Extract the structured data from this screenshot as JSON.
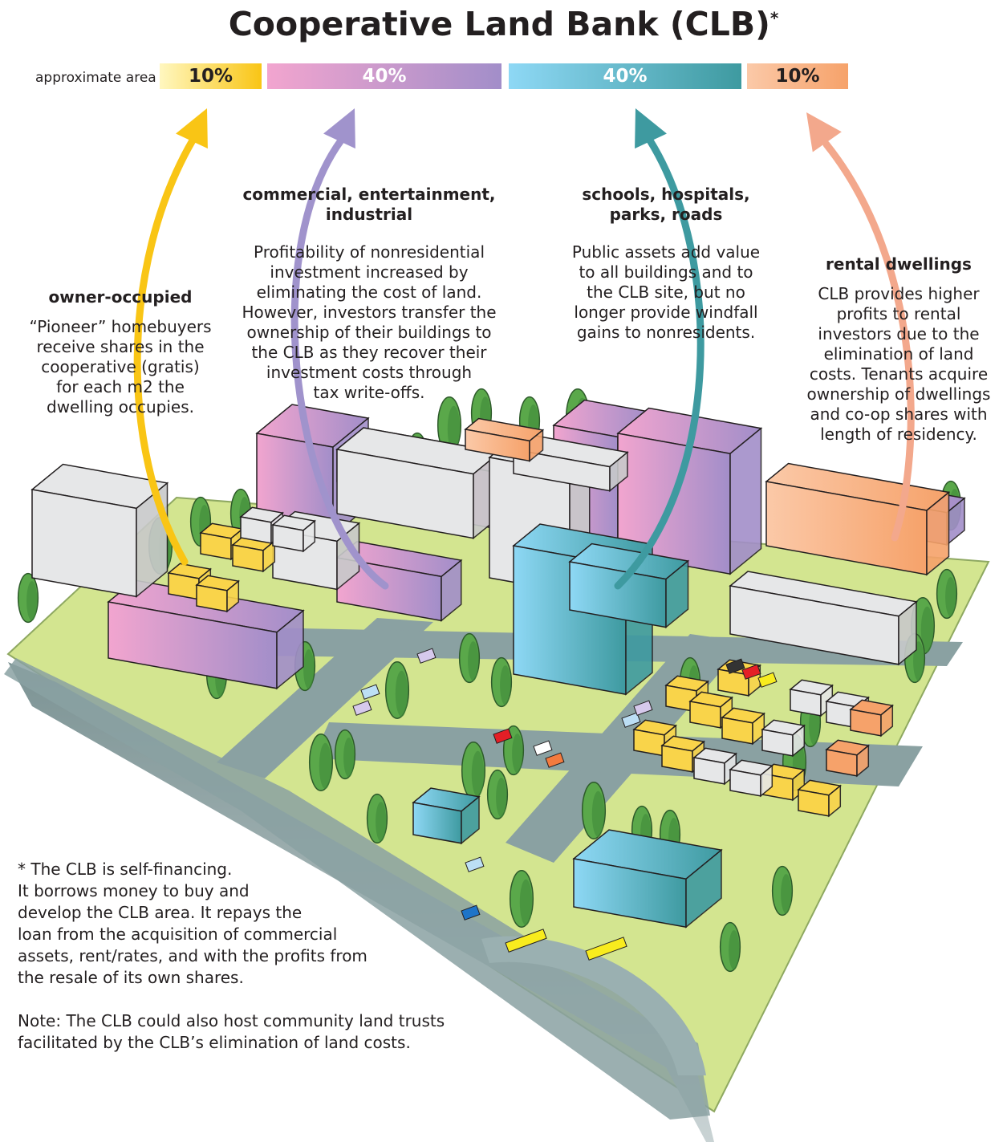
{
  "title": "Cooperative Land Bank (CLB)",
  "title_mark": "*",
  "area_label": "approximate area",
  "bars": [
    {
      "value": "10%",
      "color_from": "#fff7c0",
      "color_to": "#f9c515"
    },
    {
      "value": "40%",
      "color_from": "#f2a5cf",
      "color_to": "#a28ec9"
    },
    {
      "value": "40%",
      "color_from": "#8ed8f5",
      "color_to": "#3e9aa0"
    },
    {
      "value": "10%",
      "color_from": "#fbc9a8",
      "color_to": "#f6a26a"
    }
  ],
  "arrow_colors": {
    "yellow": "#f9c515",
    "purple": "#a093cc",
    "teal": "#3e9aa0",
    "salmon": "#f3a88c"
  },
  "labels": {
    "owner": {
      "heading": "owner-occupied",
      "lines": [
        "“Pioneer” homebuyers",
        "receive shares in the",
        "cooperative (gratis)",
        "for each m2 the",
        "dwelling occupies."
      ]
    },
    "commercial": {
      "heading_lines": [
        "commercial, entertainment,",
        "industrial"
      ],
      "lines": [
        "Profitability of nonresidential",
        "investment increased by",
        "eliminating the cost of land.",
        "However, investors transfer the",
        "ownership of their buildings to",
        "the CLB as they recover their",
        "investment costs through",
        "tax write-offs."
      ]
    },
    "public": {
      "heading_lines": [
        "schools, hospitals,",
        "parks, roads"
      ],
      "lines": [
        "Public assets add value",
        "to all buildings and to",
        "the CLB site, but no",
        "longer provide windfall",
        "gains to nonresidents."
      ]
    },
    "rental": {
      "heading": "rental dwellings",
      "lines": [
        "CLB provides higher",
        "profits to rental",
        "investors due to the",
        "elimination of land",
        "costs. Tenants acquire",
        "ownership of dwellings",
        "and co-op shares with",
        "length of residency."
      ]
    }
  },
  "footnote": {
    "lines": [
      "* The CLB is self-financing.",
      "It borrows money to buy and",
      "develop the CLB area. It repays the",
      "loan from the acquisition of commercial",
      "assets, rent/rates, and with the profits from",
      "the resale of its own shares."
    ],
    "note_lines": [
      "Note: The CLB could also host community land trusts",
      "facilitated by the CLB’s elimination of land costs."
    ]
  }
}
